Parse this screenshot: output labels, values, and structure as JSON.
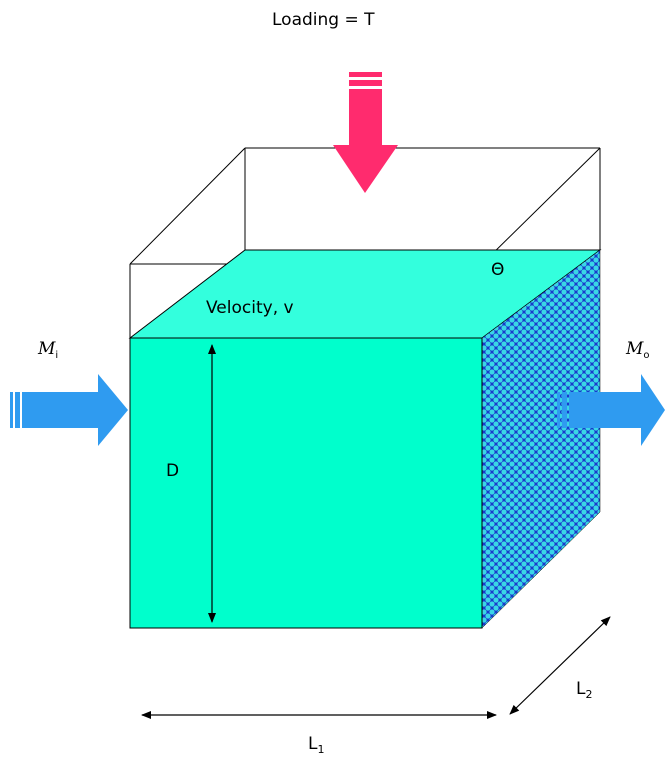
{
  "labels": {
    "loading": "Loading = T",
    "theta": "Θ",
    "velocity": "Velocity, v",
    "mass_in": "M",
    "mass_in_sub": "i",
    "mass_out": "M",
    "mass_out_sub": "o",
    "depth": "D",
    "length1": "L",
    "length1_sub": "1",
    "length2": "L",
    "length2_sub": "2"
  },
  "colors": {
    "water": "#00ffcc",
    "water_top": "#33ffdd",
    "side_pattern_dark": "#1a3acc",
    "side_pattern_light": "#3ad6e6",
    "loading_arrow": "#ff2b6e",
    "flow_arrow": "#2f9bf0",
    "outline": "#000000"
  }
}
